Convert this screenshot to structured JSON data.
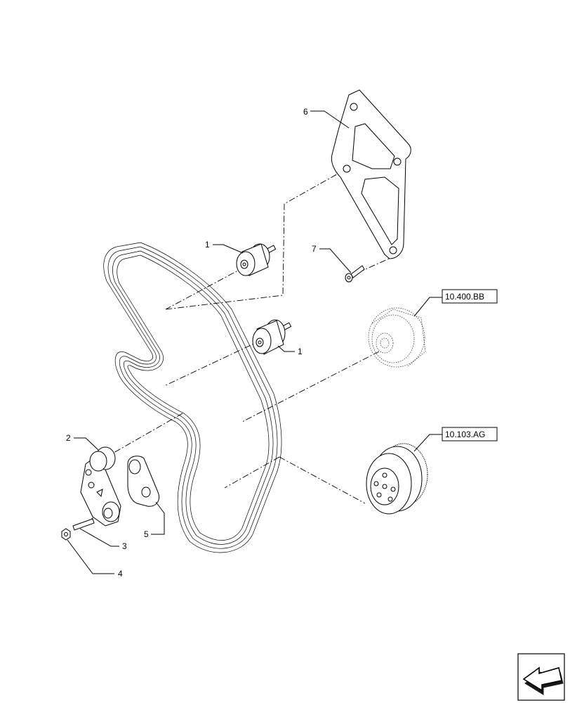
{
  "callouts": {
    "c1a": "1",
    "c1b": "1",
    "c2": "2",
    "c3": "3",
    "c4": "4",
    "c5": "5",
    "c6": "6",
    "c7": "7"
  },
  "references": {
    "water_pump": "10.400.BB",
    "crank_pulley": "10.103.AG"
  },
  "icons": {
    "nav": "back-arrow-icon"
  }
}
